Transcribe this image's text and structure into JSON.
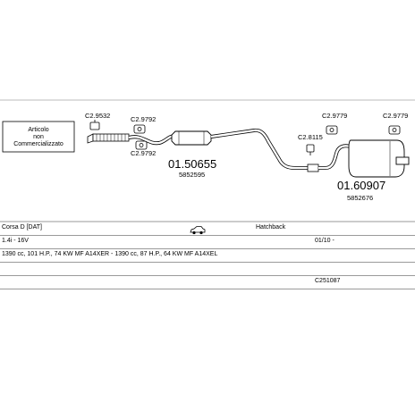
{
  "article_box": {
    "lines": [
      "Articolo",
      "non",
      "Commercializzato"
    ]
  },
  "part_codes": {
    "clamp_front": "C2.9532",
    "hanger_1": "C2.9792",
    "hanger_2": "C2.9792",
    "clamp_mid": "C2.8115",
    "hanger_rear_1": "C2.9779",
    "hanger_rear_2": "C2.9779"
  },
  "silencers": {
    "middle": {
      "code": "01.50655",
      "ref": "5852595"
    },
    "rear": {
      "code": "01.60907",
      "ref": "5852676"
    }
  },
  "vehicle": {
    "model": "Corsa D [DAT]",
    "car_icon": "hatchback-car-icon",
    "body": "Hatchback",
    "engine": "1.4i - 16V",
    "date": "01/10 -",
    "specs": "1390 cc, 101 H.P., 74 KW MF A14XER - 1390 cc, 87 H.P., 64 KW MF A14XEL",
    "kit_code": "C251087"
  }
}
